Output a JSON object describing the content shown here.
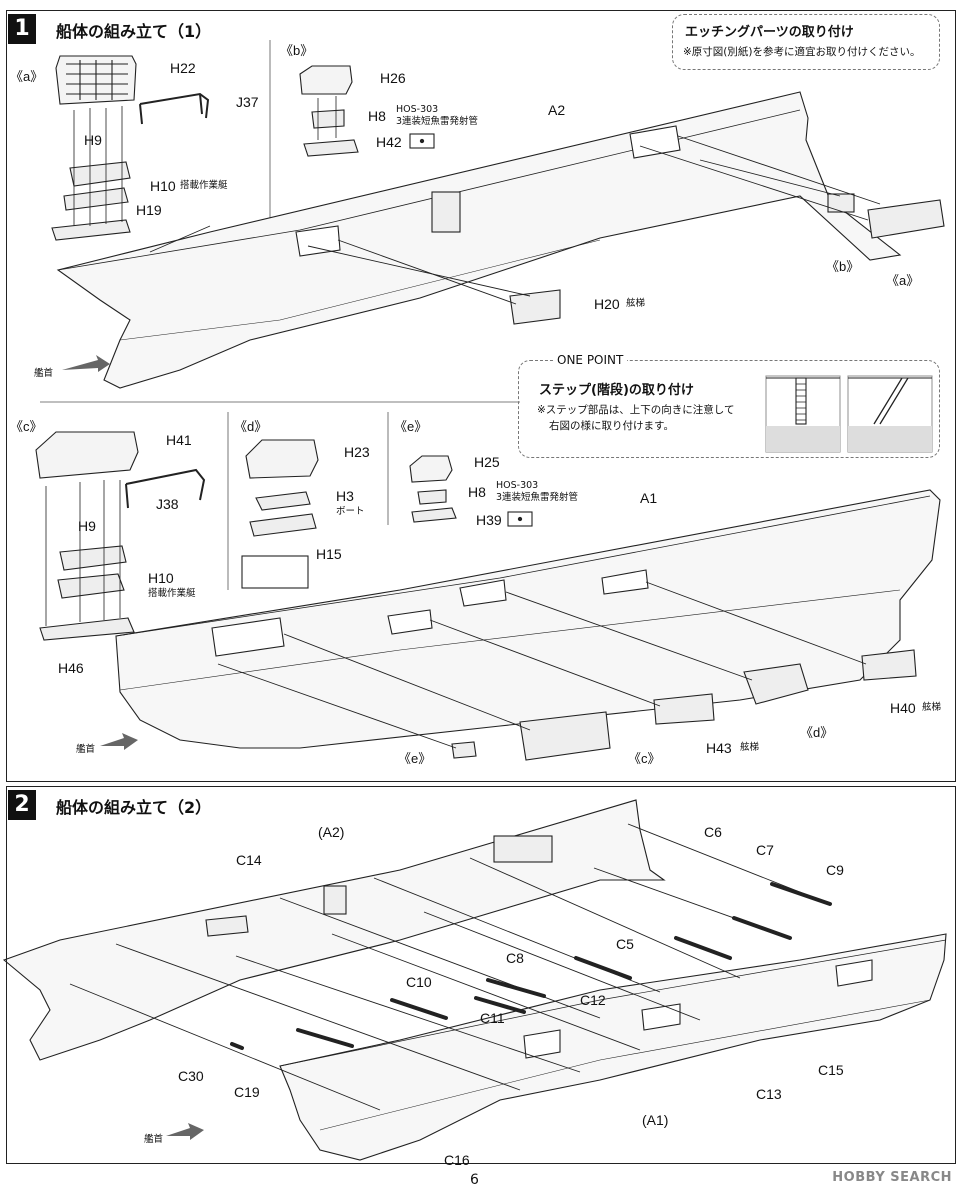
{
  "page_number": "6",
  "watermark": "HOBBY SEARCH",
  "step1": {
    "number": "1",
    "title": "船体の組み立て（1）",
    "etching_note": {
      "title": "エッチングパーツの取り付け",
      "body": "※原寸図(別紙)を参考に適宜お取り付けください。"
    },
    "one_point": {
      "header": "ONE POINT",
      "title": "ステップ(階段)の取り付け",
      "line1": "※ステップ部品は、上下の向きに注意して",
      "line2": "右図の様に取り付けます。"
    },
    "sub_a": {
      "tag": "《a》",
      "labels": {
        "h22": "H22",
        "j37": "J37",
        "h9": "H9",
        "h10": "H10",
        "h10_note": "搭載作業艇",
        "h19": "H19"
      }
    },
    "sub_b": {
      "tag": "《b》",
      "labels": {
        "h26": "H26",
        "h8": "H8",
        "h8_note1": "HOS-303",
        "h8_note2": "3連装短魚雷発射管",
        "h42": "H42"
      }
    },
    "hull_a2": {
      "label": "A2",
      "h20": "H20",
      "h20_note": "舷梯",
      "bow": "艦首",
      "tag_b": "《b》",
      "tag_a": "《a》"
    },
    "sub_c": {
      "tag": "《c》",
      "labels": {
        "h41": "H41",
        "j38": "J38",
        "h9": "H9",
        "h10": "H10",
        "h10_note": "搭載作業艇",
        "h46": "H46"
      }
    },
    "sub_d": {
      "tag": "《d》",
      "labels": {
        "h23": "H23",
        "h3": "H3",
        "h3_note": "ボート",
        "h15": "H15"
      }
    },
    "sub_e": {
      "tag": "《e》",
      "labels": {
        "h25": "H25",
        "h8": "H8",
        "h8_note1": "HOS-303",
        "h8_note2": "3連装短魚雷発射管",
        "h39": "H39"
      }
    },
    "hull_a1": {
      "label": "A1",
      "bow": "艦首",
      "h40": "H40",
      "h40_note": "舷梯",
      "h43": "H43",
      "h43_note": "舷梯",
      "tag_e": "《e》",
      "tag_c": "《c》",
      "tag_d": "《d》"
    }
  },
  "step2": {
    "number": "2",
    "title": "船体の組み立て（2）",
    "labels": {
      "a2": "(A2)",
      "a1": "(A1)",
      "bow": "艦首",
      "c5": "C5",
      "c6": "C6",
      "c7": "C7",
      "c8": "C8",
      "c9": "C9",
      "c10": "C10",
      "c11": "C11",
      "c12": "C12",
      "c13": "C13",
      "c14": "C14",
      "c15": "C15",
      "c16": "C16",
      "c19": "C19",
      "c30": "C30"
    }
  }
}
